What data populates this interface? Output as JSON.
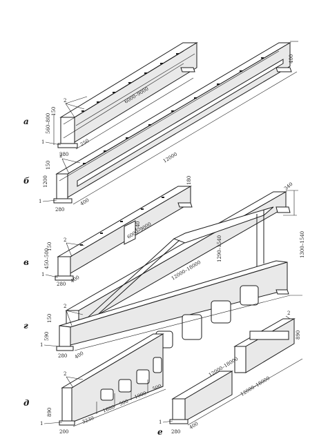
{
  "labels": {
    "a": "а",
    "b": "б",
    "v": "в",
    "g": "г",
    "d": "д",
    "e": "е"
  },
  "callouts": {
    "one": "1",
    "two": "2"
  },
  "dims": {
    "a_length": "6000–9000",
    "a_height": "560–800",
    "a_top": "150",
    "a_base": "280",
    "a_web": "250",
    "b_length": "12000",
    "b_height": "1200",
    "b_top": "150",
    "b_base": "280",
    "b_flange": "400",
    "b_end": "400",
    "v_length": "6000–9000",
    "v_height": "450–500",
    "v_top": "150",
    "v_base": "280",
    "v_web": "400",
    "v_top_end": "180",
    "v_mid": "540",
    "v2_length": "12000–18000",
    "v2_rise": "1290–1540",
    "v2_total": "1300–1540",
    "v2_top_end": "340",
    "g_height": "590",
    "g_top": "150",
    "g_base": "280",
    "g_flange": "400",
    "d_height": "890",
    "d_base": "200",
    "d_s1": "3230",
    "d_s2": "1600",
    "d_s3": "500",
    "d_s4": "1000",
    "d_s5": "500",
    "e_length1": "12000–18000",
    "e_length2": "12000–18000",
    "e_height": "890",
    "e_base": "280",
    "e_flange": "400"
  }
}
